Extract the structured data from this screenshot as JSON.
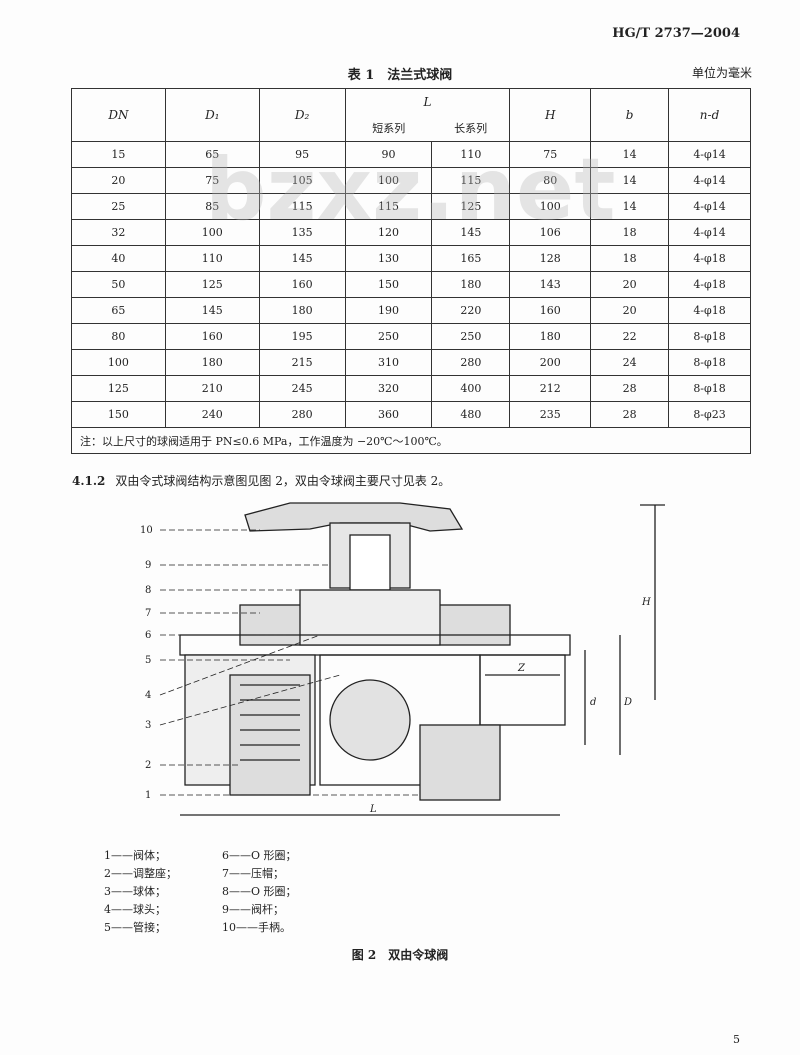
{
  "header": {
    "standard": "HG/T 2737—2004"
  },
  "table1": {
    "title": "表 1　法兰式球阀",
    "unit": "单位为毫米",
    "headers": {
      "dn": "DN",
      "d1": "D₁",
      "d2": "D₂",
      "l": "L",
      "l_short": "短系列",
      "l_long": "长系列",
      "h": "H",
      "b": "b",
      "nd": "n-d"
    },
    "rows": [
      [
        "15",
        "65",
        "95",
        "90",
        "110",
        "75",
        "14",
        "4-φ14"
      ],
      [
        "20",
        "75",
        "105",
        "100",
        "115",
        "80",
        "14",
        "4-φ14"
      ],
      [
        "25",
        "85",
        "115",
        "115",
        "125",
        "100",
        "14",
        "4-φ14"
      ],
      [
        "32",
        "100",
        "135",
        "120",
        "145",
        "106",
        "18",
        "4-φ14"
      ],
      [
        "40",
        "110",
        "145",
        "130",
        "165",
        "128",
        "18",
        "4-φ18"
      ],
      [
        "50",
        "125",
        "160",
        "150",
        "180",
        "143",
        "20",
        "4-φ18"
      ],
      [
        "65",
        "145",
        "180",
        "190",
        "220",
        "160",
        "20",
        "4-φ18"
      ],
      [
        "80",
        "160",
        "195",
        "250",
        "250",
        "180",
        "22",
        "8-φ18"
      ],
      [
        "100",
        "180",
        "215",
        "310",
        "280",
        "200",
        "24",
        "8-φ18"
      ],
      [
        "125",
        "210",
        "245",
        "320",
        "400",
        "212",
        "28",
        "8-φ18"
      ],
      [
        "150",
        "240",
        "280",
        "360",
        "480",
        "235",
        "28",
        "8-φ23"
      ]
    ],
    "note": "注：以上尺寸的球阀适用于 PN≤0.6 MPa，工作温度为 −20℃～100℃。"
  },
  "watermark": "bzxz.net",
  "section": {
    "number": "4.1.2",
    "text": "双由令式球阀结构示意图见图 2，双由令球阀主要尺寸见表 2。"
  },
  "figure": {
    "callouts": [
      "10",
      "9",
      "8",
      "7",
      "6",
      "5",
      "4",
      "3",
      "2",
      "1"
    ],
    "dims": {
      "h": "H",
      "z": "Z",
      "d": "d",
      "d1": "D",
      "l": "L"
    },
    "legend": [
      [
        "1——阀体；",
        "6——O 形圈；"
      ],
      [
        "2——调整座；",
        "7——压帽；"
      ],
      [
        "3——球体；",
        "8——O 形圈；"
      ],
      [
        "4——球头；",
        "9——阀杆；"
      ],
      [
        "5——管接；",
        "10——手柄。"
      ]
    ],
    "caption": "图 2　双由令球阀"
  },
  "page_number": "5"
}
